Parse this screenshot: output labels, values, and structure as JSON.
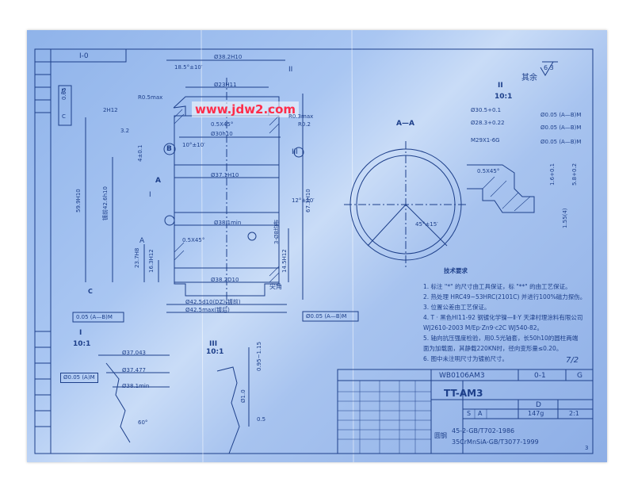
{
  "watermark": "www.jdw2.com",
  "sheet_top_left_label": "I-0",
  "roughness_note": "其余",
  "roughness_value": "6.3",
  "section_aa_label": "A—A",
  "section_ii_label": "II",
  "section_ii_scale": "10:1",
  "section_i_label": "I",
  "section_i_scale": "10:1",
  "section_iii_label": "III",
  "section_iii_scale": "10:1",
  "main_dims": {
    "d_top": "Ø38.2H10",
    "d_top2": "Ø23H11",
    "d_inner1": "Ø30h10",
    "d_inner2": "Ø37.1H10",
    "d_inner3": "Ø38.1min",
    "d_bottom": "Ø38.2D10",
    "d_ref1": "Ø42.5d10(DZ)(镀前)",
    "d_ref2": "Ø42.5max(镀后)",
    "chamfer1": "0.5X45°",
    "chamfer2": "0.5X45°",
    "angle1": "18.5°±10′",
    "angle2": "12°±10′",
    "angle3": "10°±10′",
    "r1": "R0.5max",
    "r2": "R0.3max",
    "r3": "R0.2",
    "h_total": "59.9H10",
    "h_plated": "镀前42.6h10",
    "h1": "23.7H8",
    "h2": "16.3H12",
    "h3": "14.5H12",
    "h4": "67.3H10",
    "h5": "3-Ø8均布",
    "h6": "4±0.1",
    "h7": "2H12",
    "h8": "3.2",
    "datum_a": "A",
    "datum_b": "B",
    "datum_c": "C",
    "label_i": "I",
    "label_ii": "II",
    "label_iii": "III",
    "sharp": "尖角",
    "tol1_sym": "//",
    "tol1_val": "0.05",
    "tol1_ref": "C",
    "tol2": "0.05 (A—B)M",
    "tol3": "Ø0.05 (A—B)M"
  },
  "ii_dims": {
    "d1": "Ø30.5+0.1",
    "d2": "Ø28.3+0.22",
    "thread": "M29X1-6G",
    "tol_a": "Ø0.05 (A—B)M",
    "tol_b": "Ø0.05 (A—B)M",
    "tol_c": "Ø0.05 (A—B)M",
    "chamfer": "0.5X45°",
    "h1": "5.8+0.2",
    "h2": "1.6+0.1",
    "h3": "1.55(4)"
  },
  "aa_dims": {
    "angle": "45°±15′"
  },
  "i_dims": {
    "d1": "Ø37.043",
    "d2": "Ø37.477",
    "d3": "Ø38.1min",
    "angle": "60°",
    "tol": "Ø0.05 (A)M"
  },
  "iii_dims": {
    "h1": "0.95~1.15",
    "h2": "Ø1.0",
    "h3": "0.5"
  },
  "notes_title": "技术要求",
  "notes": [
    "1. 标注 \"*\" 的尺寸由工具保证，标 \"**\" 的由工艺保证。",
    "2. 热处理 HRC49~53HRC(2101C) 并进行100%磁力探伤。",
    "3. 位置公差由工艺保证。",
    "4. T · 黑色HI11-92 钢镀化学镍—Ⅱ·Y 天津村理涂料有限公司",
    "   WJ2610-2003 M/Ep·Zn9·c2C WJ540-82。",
    "5. 轴向抗压强度检验，用0.5光轴套，长50h10的圆柱两端",
    "   面为加载面，其静载220KN时，径向变形量≤0.20。",
    "6. 图中未注明尺寸为镀前尺寸。"
  ],
  "signature": "7/2",
  "title_block": {
    "drawing_no": "WB0106AM3",
    "revision": "0-1",
    "code": "G",
    "part_name": "TT-AM3",
    "stage": "D",
    "mark1": "S",
    "mark2": "A",
    "weight": "147g",
    "scale": "2:1",
    "material_label": "圆钢",
    "material1": "45-2-GB/T702-1986",
    "material2": "35CrMnSiA-GB/T3077-1999",
    "sheet_no": "3"
  }
}
